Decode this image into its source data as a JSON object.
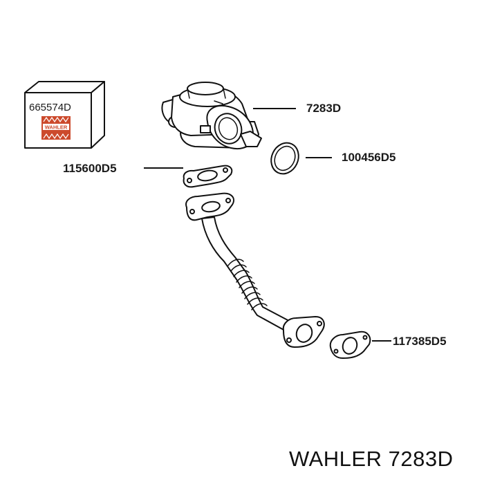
{
  "package_box": {
    "code": "665574D",
    "logo_text": "WAHLER",
    "logo_color": "#cc4a2c"
  },
  "parts": {
    "egr_valve": "7283D",
    "o_ring": "100456D5",
    "gasket_upper": "115600D5",
    "gasket_lower": "117385D5"
  },
  "footer": {
    "brand": "WAHLER",
    "part_number": "7283D"
  }
}
